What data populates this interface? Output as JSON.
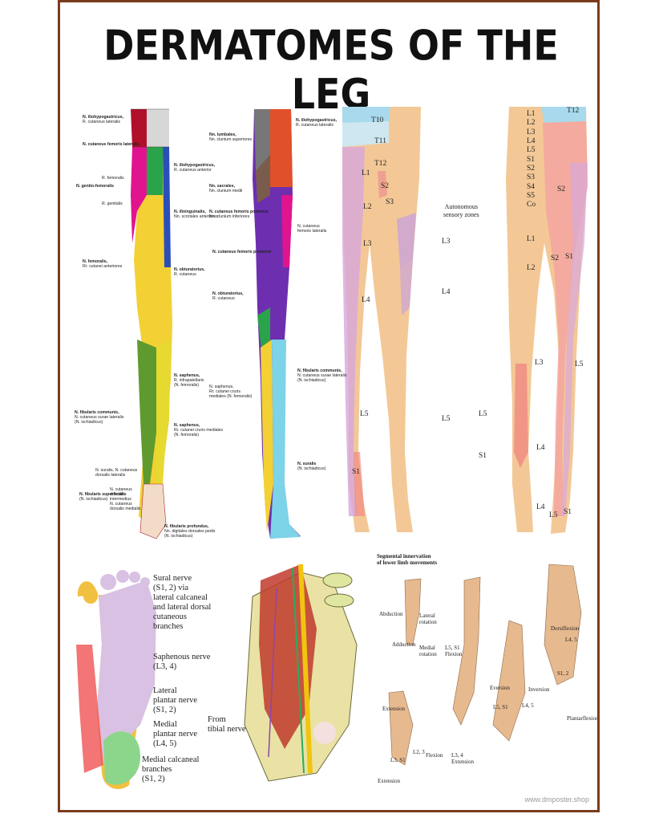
{
  "title": "DERMATOMES OF THE LEG",
  "watermark": "www.dmposter.shop",
  "front_nerves": [
    {
      "bold": "N. iliohypogastricus,",
      "text": "R. cutaneus lateralis"
    },
    {
      "bold": "N. cutaneus femoris lateralis",
      "text": ""
    },
    {
      "bold": "N. genito-femoralis",
      "text": ""
    },
    {
      "bold": "",
      "text": "R. femoralis"
    },
    {
      "bold": "",
      "text": "R. genitalis"
    },
    {
      "bold": "N. iliohypogastricus,",
      "text": "R. cutaneus anterior"
    },
    {
      "bold": "N. ilioinguinalis,",
      "text": "Nn. scrotales anteriores"
    },
    {
      "bold": "N. femoralis,",
      "text": "Rr. cutanei anteriores"
    },
    {
      "bold": "N. obturatorius,",
      "text": "R. cutaneus"
    },
    {
      "bold": "N. saphenus,",
      "text": "R. infrapatellaris\n(N. femoralis)"
    },
    {
      "bold": "N. fibularis communis,",
      "text": "N. cutaneus surae lateralis\n(N. ischiadicus)"
    },
    {
      "bold": "N. saphenus,",
      "text": "Rr. cutanei cruris mediales\n(N. femoralis)"
    },
    {
      "bold": "",
      "text": "N. suralis, N. cutaneus\ndorsalis lateralis"
    },
    {
      "bold": "N. fibularis superficialis",
      "text": "(N. ischiadicus)"
    },
    {
      "bold": "",
      "text": "N. cutaneus\ndorsalis\nintermedius\nN. cutaneus\ndorsalis medialis"
    },
    {
      "bold": "N. fibularis profundus,",
      "text": "Nn. digitales dorsales pedis\n(N. ischiadicus)"
    }
  ],
  "back_nerves": [
    {
      "bold": "N. iliohypogastricus,",
      "text": "R. cutaneus lateralis"
    },
    {
      "bold": "Nn. lumbales,",
      "text": "Nn. clunium superiores"
    },
    {
      "bold": "Nn. sacrales,",
      "text": "Nn. clunium medii"
    },
    {
      "bold": "N. cutaneus femoris posterior,",
      "text": "Nn. clunium inferiores"
    },
    {
      "bold": "",
      "text": "N. cutaneus\nfemoris lateralis"
    },
    {
      "bold": "N. cutaneus femoris posterior",
      "text": ""
    },
    {
      "bold": "N. obturatorius,",
      "text": "R. cutaneus"
    },
    {
      "bold": "N. fibularis communis,",
      "text": "N. cutaneus surae lateralis\n(N. ischiadicus)"
    },
    {
      "bold": "",
      "text": "N. saphenus,\nRr. cutanei cruris\nmediales (N. femoralis)"
    },
    {
      "bold": "N. suralis",
      "text": "(N. ischiadicus)"
    }
  ],
  "dermatome_front": [
    "T10",
    "T11",
    "T12",
    "L1",
    "S2",
    "S3",
    "L2",
    "L3",
    "L4",
    "L5",
    "S1",
    "L3",
    "L4",
    "L5"
  ],
  "autonomous_label": "Autonomous\nsensory zones",
  "dermatome_back": [
    "T12",
    "L1",
    "L2",
    "L3",
    "L4",
    "L5",
    "S1",
    "S2",
    "S3",
    "S4",
    "S5",
    "Co",
    "S2",
    "L1",
    "L2",
    "S2",
    "S1",
    "L3",
    "L5",
    "L5",
    "S1",
    "L4",
    "L4",
    "L5",
    "S1"
  ],
  "sole_labels": [
    "Sural nerve\n(S1, 2) via\nlateral calcaneal\nand lateral dorsal\ncutaneous\nbranches",
    "Saphenous nerve\n(L3, 4)",
    "Lateral\nplantar nerve\n(S1, 2)",
    "Medial\nplantar nerve\n(L4, 5)",
    "Medial calcaneal\nbranches\n(S1, 2)",
    "From\ntibial nerve"
  ],
  "segmental": {
    "title": "Segmental innervation\nof lower limb movements",
    "labels": [
      "Abduction",
      "Lateral\nrotation",
      "Adduction",
      "Medial\nrotation",
      "L5, S1\nFlexion",
      "Extension",
      "L3, S1",
      "L2, 3",
      "Flexion",
      "Extension",
      "L3, 4\nExtension",
      "Eversion",
      "Inversion",
      "L5, S1",
      "L4, 5",
      "L4, 5",
      "Dorsiflexion",
      "S1, 2",
      "Plantarflexion"
    ]
  }
}
